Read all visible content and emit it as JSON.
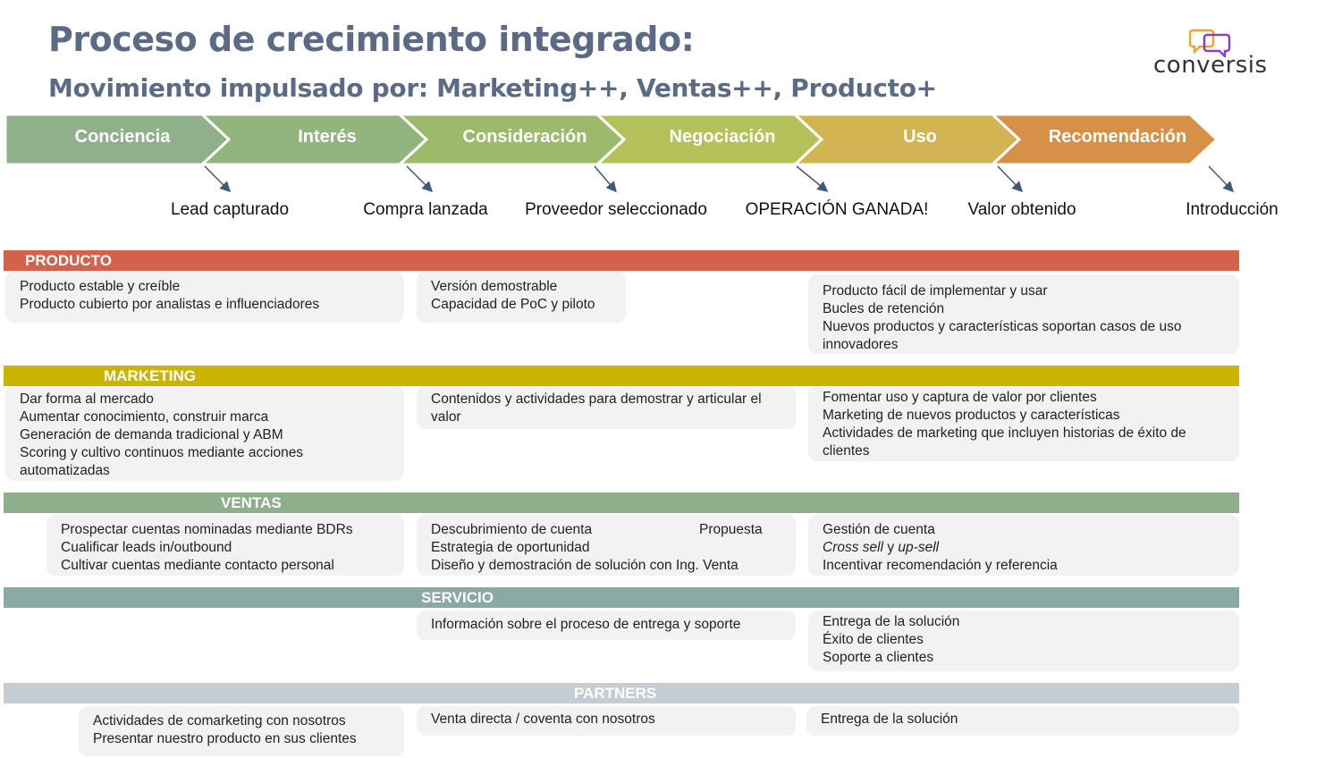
{
  "header": {
    "title": "Proceso de crecimiento integrado:",
    "subtitle": "Movimiento impulsado por: Marketing++, Ventas++, Producto+"
  },
  "logo": {
    "text": "conversis",
    "icon": "speech-bubbles-icon"
  },
  "stages": [
    {
      "label": "Conciencia",
      "color": "#8fb08a"
    },
    {
      "label": "Interés",
      "color": "#92b47e"
    },
    {
      "label": "Consideración",
      "color": "#9cbb6a"
    },
    {
      "label": "Negociación",
      "color": "#b5c25a"
    },
    {
      "label": "Uso",
      "color": "#d0b552"
    },
    {
      "label": "Recomendación",
      "color": "#d69048"
    }
  ],
  "milestones": [
    "Lead capturado",
    "Compra lanzada",
    "Proveedor seleccionado",
    "OPERACIÓN GANADA!",
    "Valor obtenido",
    "Introducción"
  ],
  "sections": {
    "producto": {
      "label": "PRODUCTO",
      "color": "#d4614a",
      "col1": [
        "Producto estable y creíble",
        "Producto cubierto por analistas e influenciadores"
      ],
      "col2": [
        "Versión demostrable",
        "Capacidad de PoC y piloto"
      ],
      "col3": [
        "Producto fácil de implementar y usar",
        "Bucles de retención",
        "Nuevos productos y características soportan casos de uso innovadores"
      ]
    },
    "marketing": {
      "label": "MARKETING",
      "color": "#c9b400",
      "col1": [
        "Dar forma al mercado",
        "Aumentar conocimiento, construir marca",
        "Generación de demanda tradicional y ABM",
        "Scoring y cultivo continuos mediante acciones automatizadas"
      ],
      "col2": [
        "Contenidos y actividades para demostrar y articular el valor"
      ],
      "col3": [
        "Fomentar uso y captura de valor por clientes",
        "Marketing de nuevos productos y características",
        "Actividades de marketing que incluyen historias de éxito de clientes"
      ]
    },
    "ventas": {
      "label": "VENTAS",
      "color": "#8fae8c",
      "col1": [
        "Prospectar cuentas nominadas mediante BDRs",
        "Cualificar leads in/outbound",
        "Cultivar cuentas mediante contacto personal"
      ],
      "col2": [
        "Descubrimiento de cuenta",
        "Propuesta",
        "Estrategia de oportunidad",
        "Diseño y demostración de solución con Ing. Venta"
      ],
      "col3_a": "Gestión de cuenta",
      "col3_b_italic1": "Cross sell",
      "col3_b_mid": " y ",
      "col3_b_italic2": "up-sell",
      "col3_c": "Incentivar recomendación y referencia"
    },
    "servicio": {
      "label": "SERVICIO",
      "color": "#8aa8a4",
      "col2": [
        "Información sobre el proceso de entrega y soporte"
      ],
      "col3": [
        "Entrega de la solución",
        "Éxito de clientes",
        "Soporte a clientes"
      ]
    },
    "partners": {
      "label": "PARTNERS",
      "color": "#c4cdd4",
      "col1": [
        "Actividades de comarketing con nosotros",
        "Presentar nuestro producto en sus clientes"
      ],
      "col2": [
        "Venta directa / coventa con nosotros"
      ],
      "col3": [
        "Entrega de la solución"
      ]
    }
  }
}
